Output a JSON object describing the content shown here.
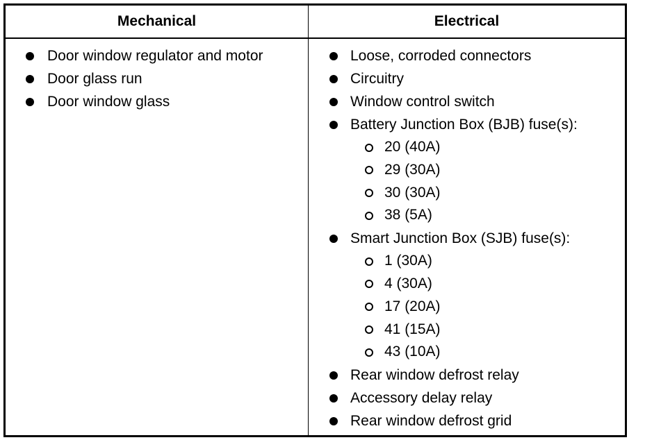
{
  "table": {
    "headers": {
      "mechanical": "Mechanical",
      "electrical": "Electrical"
    },
    "mechanical_items": [
      "Door window regulator and motor",
      "Door glass run",
      "Door window glass"
    ],
    "electrical_items": [
      {
        "label": "Loose, corroded connectors"
      },
      {
        "label": "Circuitry"
      },
      {
        "label": "Window control switch"
      },
      {
        "label": "Battery Junction Box (BJB) fuse(s):",
        "subs": [
          "20 (40A)",
          "29 (30A)",
          "30 (30A)",
          "38 (5A)"
        ]
      },
      {
        "label": "Smart Junction Box (SJB) fuse(s):",
        "subs": [
          "1 (30A)",
          "4 (30A)",
          "17 (20A)",
          "41 (15A)",
          "43 (10A)"
        ]
      },
      {
        "label": "Rear window defrost relay"
      },
      {
        "label": "Accessory delay relay"
      },
      {
        "label": "Rear window defrost grid"
      }
    ]
  }
}
